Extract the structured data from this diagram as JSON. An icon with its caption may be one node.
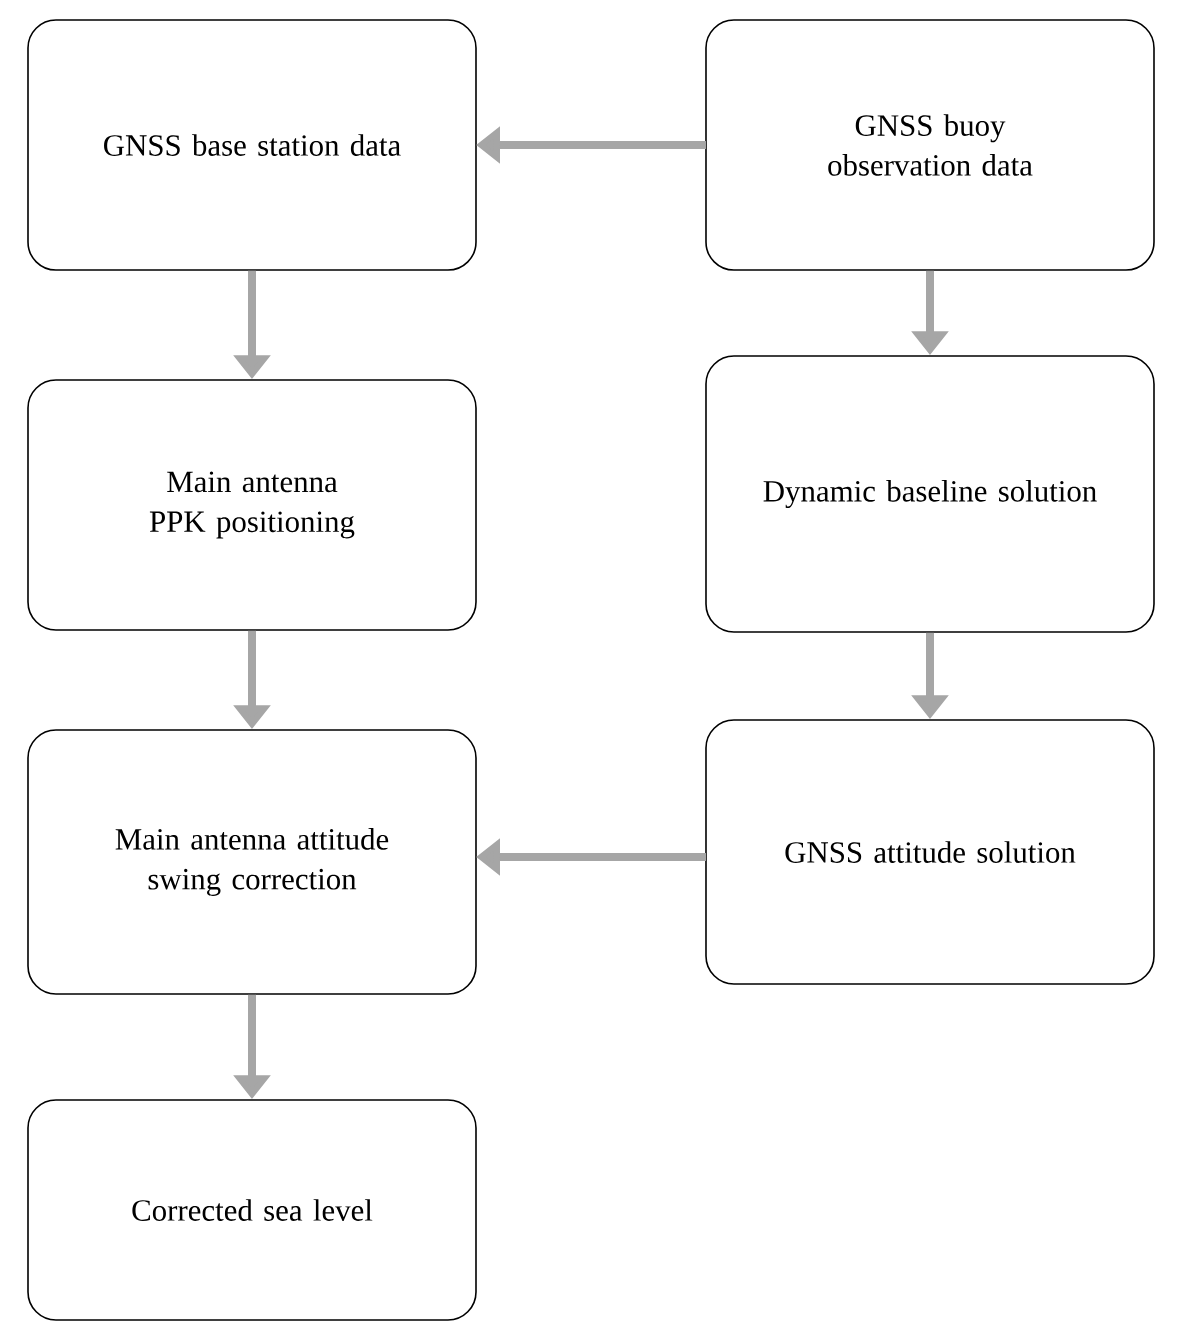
{
  "diagram": {
    "nodes": [
      {
        "text": [
          "GNSS base station data"
        ]
      },
      {
        "text": [
          "GNSS buoy observation data"
        ]
      },
      {
        "text": [
          "Main antenna PPK positioning"
        ]
      },
      {
        "text": [
          "Dynamic baseline solution"
        ]
      },
      {
        "text": [
          "Main antenna attitude swing correction"
        ]
      },
      {
        "text": [
          "GNSS attitude solution"
        ]
      },
      {
        "text": [
          "Corrected sea level"
        ]
      }
    ],
    "edges": [
      {
        "from": 1,
        "to": 0,
        "arrow": "to"
      },
      {
        "from": 0,
        "to": 2,
        "arrow": "to"
      },
      {
        "from": 1,
        "to": 3,
        "arrow": "to"
      },
      {
        "from": 2,
        "to": 4,
        "arrow": "to"
      },
      {
        "from": 3,
        "to": 5,
        "arrow": "to"
      },
      {
        "from": 5,
        "to": 4,
        "arrow": "to"
      },
      {
        "from": 4,
        "to": 6,
        "arrow": "to"
      }
    ]
  }
}
